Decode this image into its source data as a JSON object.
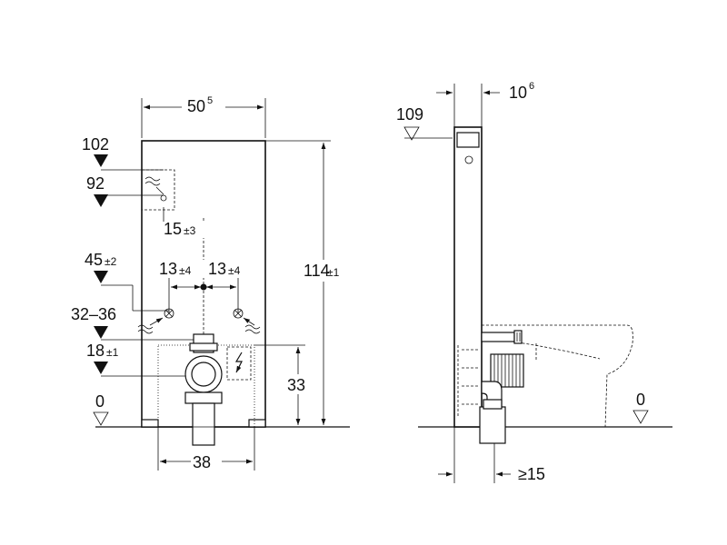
{
  "front_view": {
    "width_main": "50",
    "width_sup": "5",
    "height_main": "114",
    "height_tol": "±1",
    "level_102": "102",
    "level_92": "92",
    "offset_main": "15",
    "offset_tol": "±3",
    "left_main": "13",
    "left_tol": "±4",
    "right_main": "13",
    "right_tol": "±4",
    "level_45_main": "45",
    "level_45_tol": "±2",
    "level_32_36": "32–36",
    "level_18_main": "18",
    "level_18_tol": "±1",
    "level_0": "0",
    "drain_height": "33",
    "bottom_width": "38"
  },
  "side_view": {
    "depth_main": "10",
    "depth_sup": "6",
    "level_109": "109",
    "level_0": "0",
    "min_offset": "≥15"
  }
}
